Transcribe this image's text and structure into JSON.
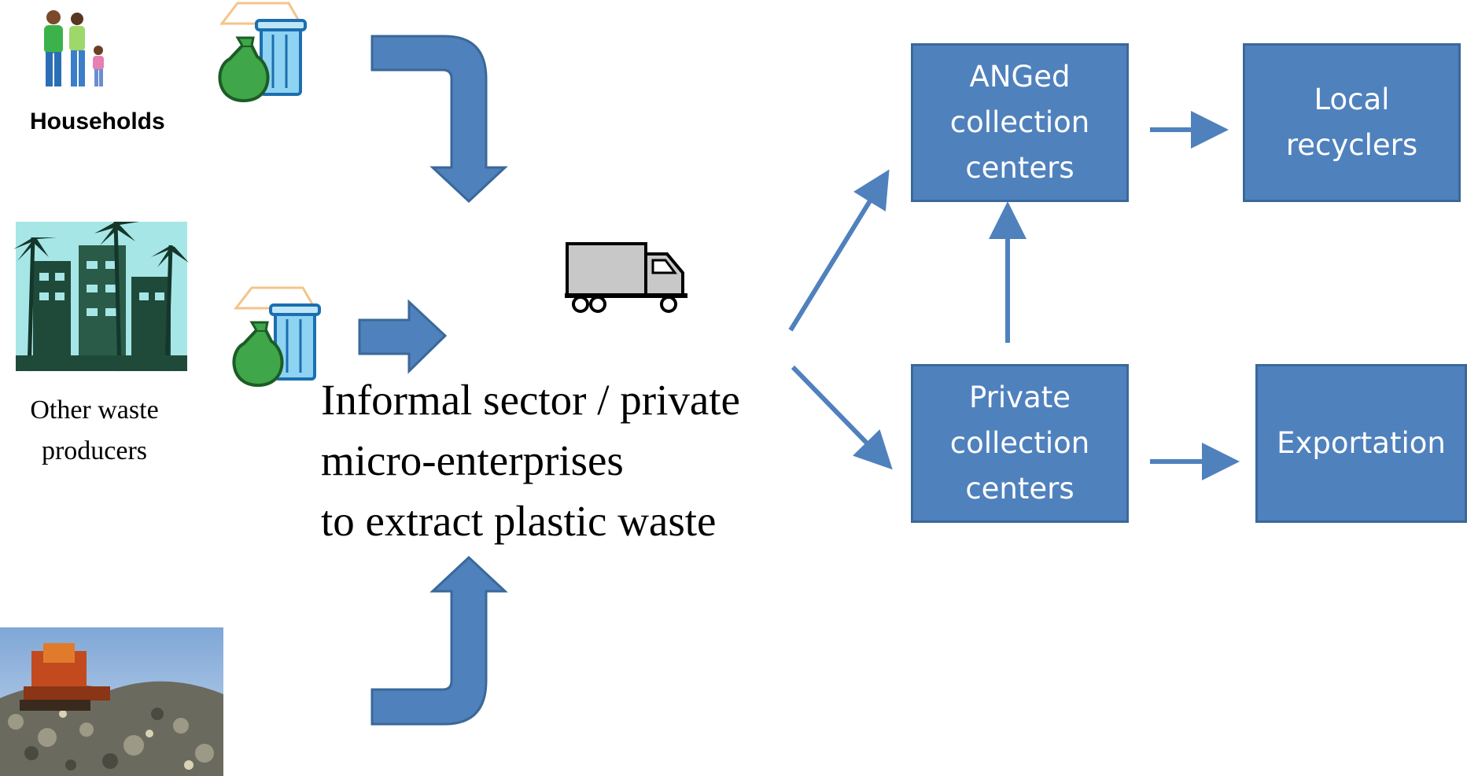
{
  "sources": {
    "households_label": "Households",
    "other_producers_label": "Other waste\nproducers"
  },
  "collector": {
    "description": "Informal sector / private\nmicro-enterprises\nto extract plastic waste"
  },
  "boxes": {
    "anged": "ANGed\ncollection\ncenters",
    "local_recyclers": "Local\nrecyclers",
    "private_centers": "Private\ncollection\ncenters",
    "exportation": "Exportation"
  },
  "icons": {
    "family": "family-icon",
    "trash_bag_bin": "trash-bag-and-bin-icon",
    "building": "palm-tree-buildings-icon",
    "landfill": "landfill-bulldozer-photo",
    "truck": "truck-icon"
  },
  "colors": {
    "box_fill": "#4f81bd",
    "box_border": "#3a6899",
    "arrow": "#4f81bd"
  }
}
